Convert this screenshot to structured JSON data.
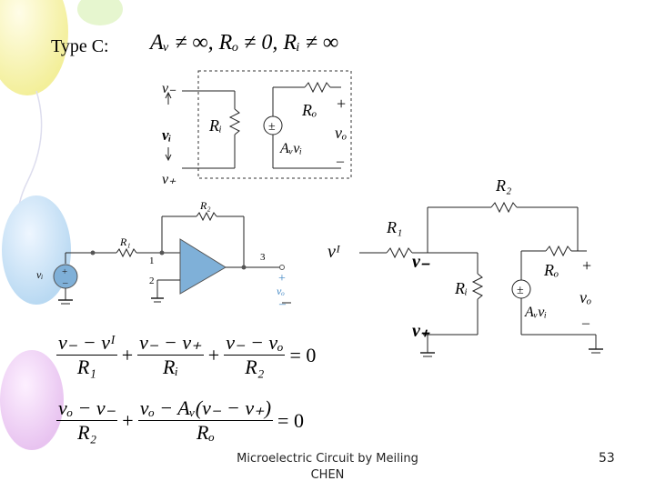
{
  "slide": {
    "title": "Type C:",
    "condition": "Aᵥ ≠ ∞, Rₒ ≠ 0, Rᵢ ≠ ∞",
    "footer": "Microelectric Circuit by Meiling CHEN",
    "page_number": "53"
  },
  "model_box": {
    "v_minus": "v₋",
    "v_i": "vᵢ",
    "v_plus": "v₊",
    "Ri": "Rᵢ",
    "Ro": "Rₒ",
    "source": "±",
    "gain": "Aᵥvᵢ",
    "plus": "+",
    "vo": "vₒ",
    "minus": "–"
  },
  "opamp_circuit": {
    "R1": "R₁",
    "R2": "R₂",
    "vI": "vᵢ",
    "pin1": "1",
    "pin2": "2",
    "pin3": "3",
    "src_plus": "+",
    "src_minus": "–",
    "out_plus": "+",
    "out_minus": "–",
    "vO": "vₒ"
  },
  "equiv_circuit": {
    "R2": "R₂",
    "R1": "R₁",
    "vI": "vᴵ",
    "v_minus": "v₋",
    "Ri": "Rᵢ",
    "source": "±",
    "Ro": "Rₒ",
    "plus": "+",
    "vo": "vₒ",
    "gain": "Aᵥvᵢ",
    "minus": "–",
    "v_plus": "v₊"
  },
  "equation1": {
    "t1_num": "v₋ − vᴵ",
    "t1_den": "R₁",
    "t2_num": "v₋ − v₊",
    "t2_den": "Rᵢ",
    "t3_num": "v₋ − vₒ",
    "t3_den": "R₂",
    "plus1": "+",
    "plus2": "+",
    "rhs": "= 0"
  },
  "equation2": {
    "t1_num": "vₒ − v₋",
    "t1_den": "R₂",
    "t2_num": "vₒ − Aᵥ(v₋ − v₊)",
    "t2_den": "Rₒ",
    "plus1": "+",
    "rhs": "= 0"
  }
}
